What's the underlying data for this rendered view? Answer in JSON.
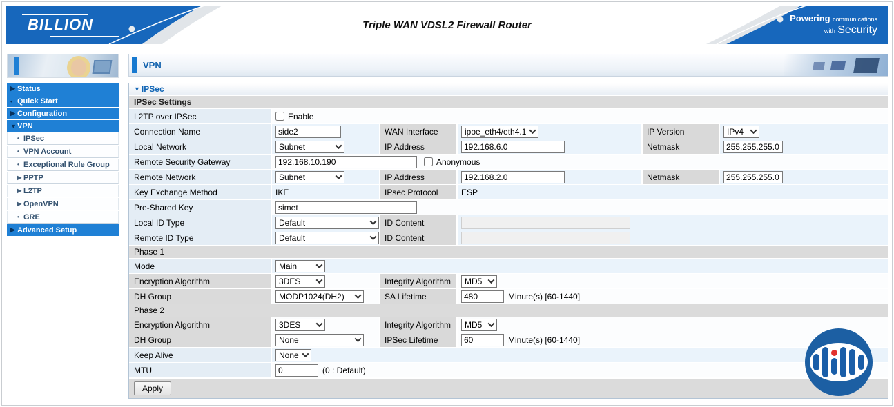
{
  "header": {
    "brand": "BILLION",
    "title": "Triple WAN VDSL2 Firewall Router",
    "tagline": {
      "t1": "Powering",
      "t2": "communications",
      "t3": "with",
      "t4": "Security"
    }
  },
  "sidebar": {
    "items": [
      {
        "marker": "▶",
        "label": "Status"
      },
      {
        "marker": "•",
        "label": "Quick Start"
      },
      {
        "marker": "▶",
        "label": "Configuration"
      },
      {
        "marker": "▼",
        "label": "VPN"
      },
      {
        "marker": "•",
        "label": "IPSec"
      },
      {
        "marker": "•",
        "label": "VPN Account"
      },
      {
        "marker": "•",
        "label": "Exceptional Rule Group"
      },
      {
        "marker": "▶",
        "label": "PPTP"
      },
      {
        "marker": "▶",
        "label": "L2TP"
      },
      {
        "marker": "▶",
        "label": "OpenVPN"
      },
      {
        "marker": "•",
        "label": "GRE"
      },
      {
        "marker": "▶",
        "label": "Advanced Setup"
      }
    ]
  },
  "main": {
    "section_title": "VPN",
    "panel_marker": "▼",
    "panel_title": "IPSec",
    "settings_header": "IPSec Settings"
  },
  "form": {
    "l2tp": {
      "label": "L2TP over IPSec",
      "checkbox": "Enable"
    },
    "conn": {
      "label": "Connection Name",
      "value": "side2",
      "mid1": "WAN Interface",
      "select1": "ipoe_eth4/eth4.1",
      "mid2": "IP Version",
      "select2": "IPv4"
    },
    "local": {
      "label": "Local Network",
      "select": "Subnet",
      "mid1": "IP Address",
      "ip": "192.168.6.0",
      "mid2": "Netmask",
      "netmask": "255.255.255.0"
    },
    "gateway": {
      "label": "Remote Security Gateway",
      "value": "192.168.10.190",
      "checkbox": "Anonymous"
    },
    "remote": {
      "label": "Remote Network",
      "select": "Subnet",
      "mid1": "IP Address",
      "ip": "192.168.2.0",
      "mid2": "Netmask",
      "netmask": "255.255.255.0"
    },
    "kex": {
      "label": "Key Exchange Method",
      "value": "IKE",
      "mid1": "IPsec Protocol",
      "value2": "ESP"
    },
    "psk": {
      "label": "Pre-Shared Key",
      "value": "simet"
    },
    "localid": {
      "label": "Local ID Type",
      "select": "Default",
      "mid1": "ID Content"
    },
    "remoteid": {
      "label": "Remote ID Type",
      "select": "Default",
      "mid1": "ID Content"
    },
    "phase1": "Phase 1",
    "mode": {
      "label": "Mode",
      "select": "Main"
    },
    "enc1": {
      "label": "Encryption Algorithm",
      "select": "3DES",
      "mid1": "Integrity Algorithm",
      "select2": "MD5"
    },
    "dh1": {
      "label": "DH Group",
      "select": "MODP1024(DH2)",
      "mid1": "SA Lifetime",
      "value": "480",
      "suffix": "Minute(s) [60-1440]"
    },
    "phase2": "Phase 2",
    "enc2": {
      "label": "Encryption Algorithm",
      "select": "3DES",
      "mid1": "Integrity Algorithm",
      "select2": "MD5"
    },
    "dh2": {
      "label": "DH Group",
      "select": "None",
      "mid1": "IPSec Lifetime",
      "value": "60",
      "suffix": "Minute(s) [60-1440]"
    },
    "keepalive": {
      "label": "Keep Alive",
      "select": "None"
    },
    "mtu": {
      "label": "MTU",
      "value": "0",
      "suffix": "(0 : Default)"
    },
    "apply_label": "Apply"
  }
}
